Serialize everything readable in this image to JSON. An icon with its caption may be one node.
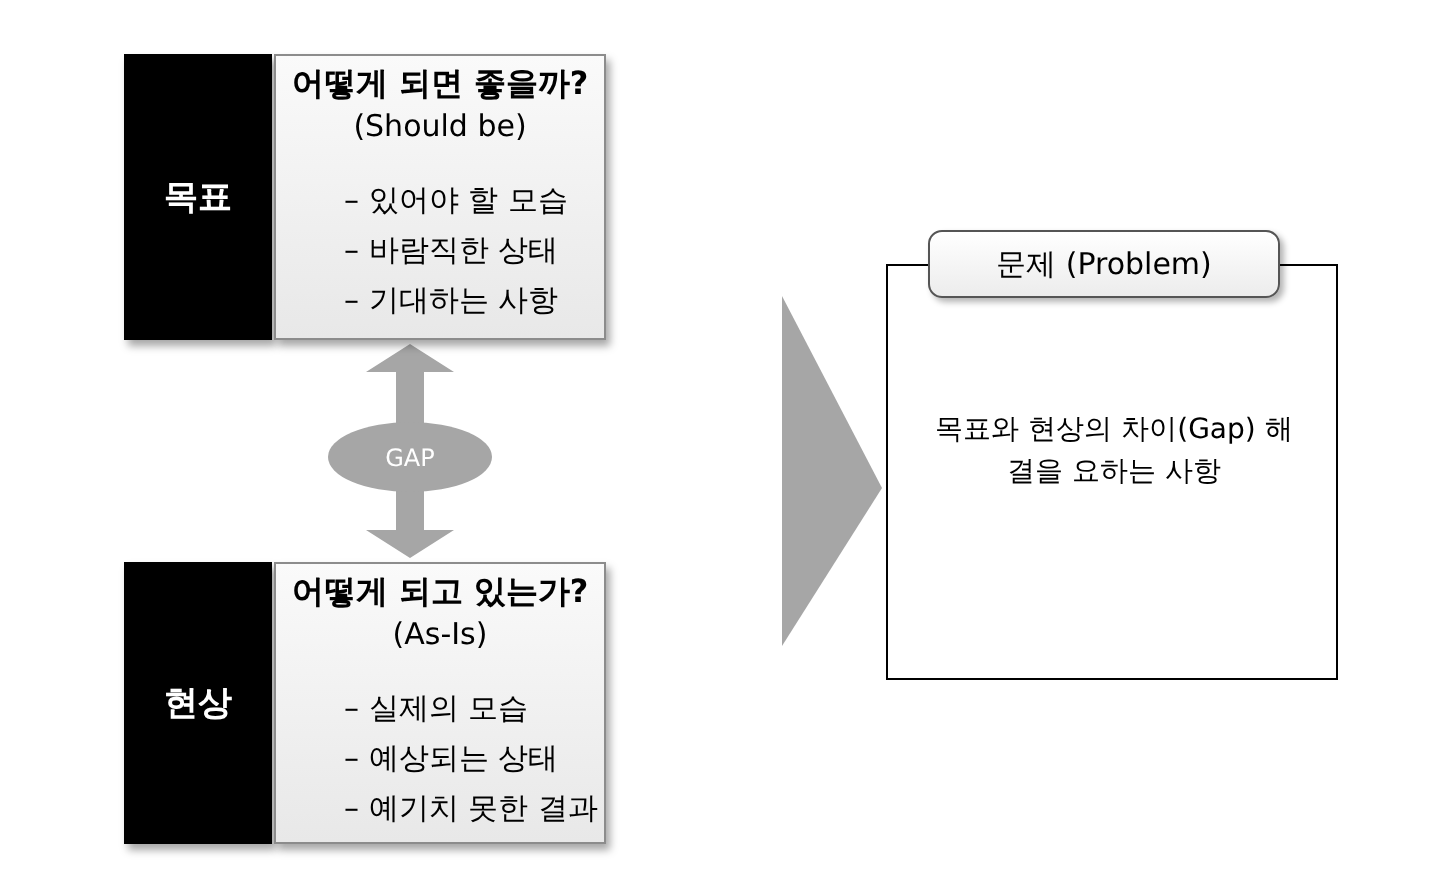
{
  "diagram": {
    "nodes": [
      {
        "text": [
          "목표"
        ]
      },
      {
        "text": [
          "어떻게 되면 좋을까?",
          "(Should be)",
          "– 있어야 할 모습",
          "– 바람직한 상태",
          "– 기대하는 사항"
        ]
      },
      {
        "text": [
          "GAP"
        ]
      },
      {
        "text": [
          "현상"
        ]
      },
      {
        "text": [
          "어떻게 되고 있는가?",
          "(As-Is)",
          "– 실제의 모습",
          "– 예상되는 상태",
          "– 예기치 못한 결과"
        ]
      },
      {
        "text": [
          "문제 (Problem)",
          "목표와 현상의 차이(Gap) 해결을 요하는 사항"
        ]
      }
    ],
    "edges": [
      {
        "from": 2,
        "to": 1,
        "arrow": "to",
        "style": "thick",
        "color": "#a6a6a6"
      },
      {
        "from": 2,
        "to": 4,
        "arrow": "to",
        "style": "thick",
        "color": "#a6a6a6"
      },
      {
        "from": null,
        "to": 5,
        "arrow": "to",
        "style": "thick",
        "color": "#a6a6a6"
      }
    ]
  }
}
